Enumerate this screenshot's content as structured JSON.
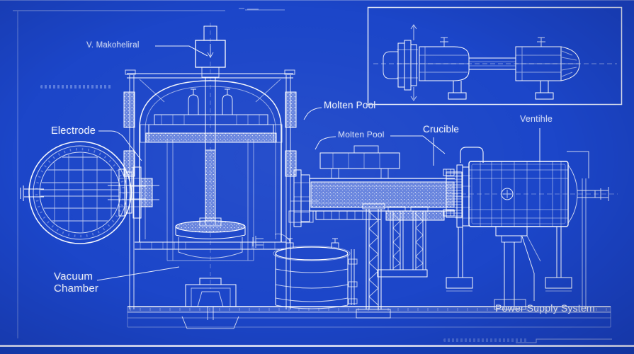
{
  "colors": {
    "background": "#1c46c9",
    "line": "#ffffff",
    "bright_edge": "#e9eeff",
    "label_text": "#eef3ff"
  },
  "labels": {
    "material": {
      "prefix": "V.",
      "text": "Makoheliral"
    },
    "electrode": {
      "text": "Electrode"
    },
    "molten_pool_upper": {
      "text": "Molten Pool"
    },
    "molten_pool_lower": {
      "text": "Molten Pool"
    },
    "crucible": {
      "text": "Crucible"
    },
    "ventile": {
      "text": "Ventihle"
    },
    "vacuum_chamber": {
      "text": "Vacuum Chamber"
    },
    "power_supply": {
      "text": "Power Supply System"
    }
  }
}
